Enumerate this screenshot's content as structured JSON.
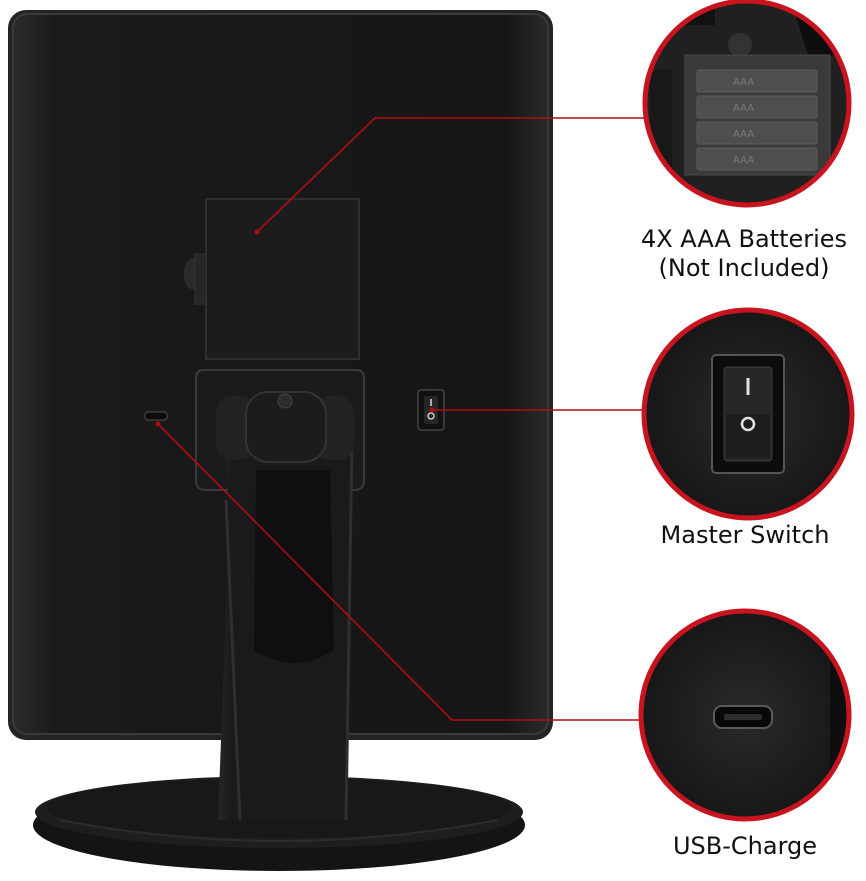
{
  "callouts": {
    "batteries": {
      "line1": "4X AAA Batteries",
      "line2": "(Not Included)"
    },
    "master_switch": {
      "label": "Master Switch"
    },
    "usb_charge": {
      "label": "USB-Charge"
    }
  },
  "battery_box_text": "AAA",
  "colors": {
    "mirror_body": "#1a1a1a",
    "callout_ring": "#c8141e",
    "leader_line": "#b00c14",
    "background": "#ffffff"
  }
}
